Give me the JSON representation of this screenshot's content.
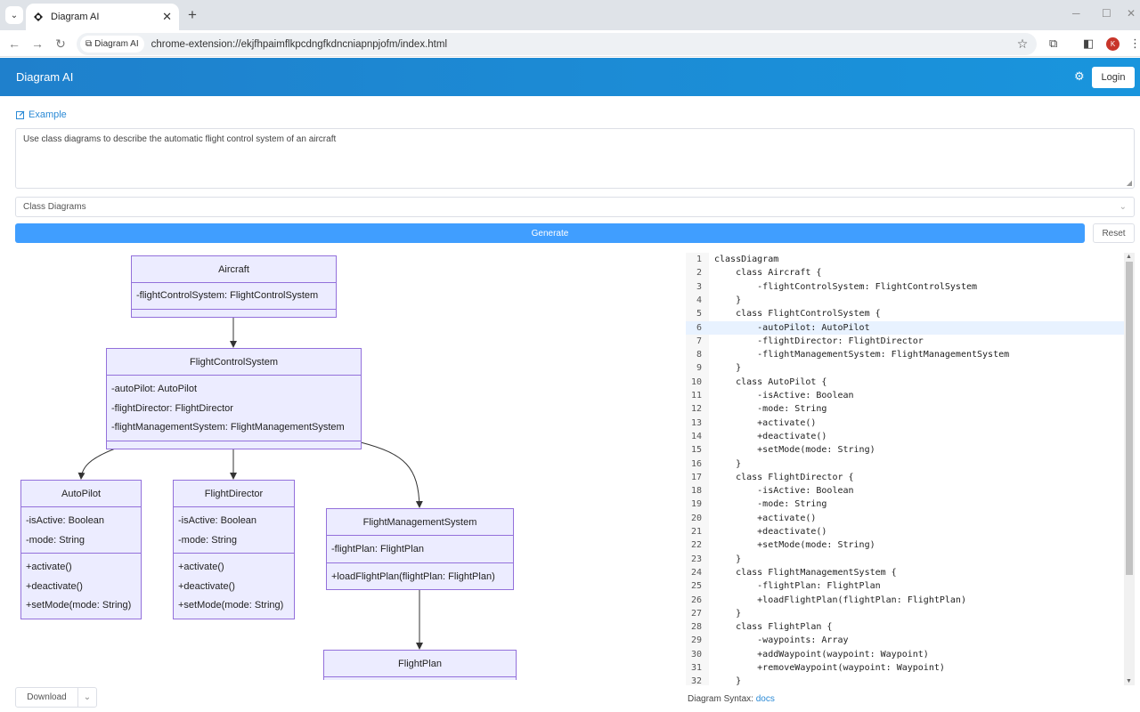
{
  "browser": {
    "tab_title": "Diagram AI",
    "tab_close": "✕",
    "new_tab": "+",
    "site_chip": "Diagram AI",
    "url": "chrome-extension://ekjfhpaimflkpcdngfkdncniapnpjofm/index.html",
    "profile_initial": "K"
  },
  "app": {
    "title": "Diagram AI",
    "login_label": "Login",
    "example_label": "Example",
    "prompt_text": "Use class diagrams to describe the automatic flight control system of an aircraft",
    "diagram_type": "Class Diagrams",
    "generate_label": "Generate",
    "reset_label": "Reset",
    "download_label": "Download",
    "syntax_label": "Diagram Syntax:",
    "docs_label": "docs"
  },
  "diagram": {
    "aircraft": {
      "name": "Aircraft",
      "attrs": [
        "-flightControlSystem: FlightControlSystem"
      ]
    },
    "fcs": {
      "name": "FlightControlSystem",
      "attrs": [
        "-autoPilot: AutoPilot",
        "-flightDirector: FlightDirector",
        "-flightManagementSystem: FlightManagementSystem"
      ]
    },
    "autopilot": {
      "name": "AutoPilot",
      "attrs": [
        "-isActive: Boolean",
        "-mode: String"
      ],
      "methods": [
        "+activate()",
        "+deactivate()",
        "+setMode(mode: String)"
      ]
    },
    "director": {
      "name": "FlightDirector",
      "attrs": [
        "-isActive: Boolean",
        "-mode: String"
      ],
      "methods": [
        "+activate()",
        "+deactivate()",
        "+setMode(mode: String)"
      ]
    },
    "fms": {
      "name": "FlightManagementSystem",
      "attrs": [
        "-flightPlan: FlightPlan"
      ],
      "methods": [
        "+loadFlightPlan(flightPlan: FlightPlan)"
      ]
    },
    "flightplan": {
      "name": "FlightPlan"
    }
  },
  "editor": {
    "active_line": 6,
    "lines": [
      "classDiagram",
      "    class Aircraft {",
      "        -flightControlSystem: FlightControlSystem",
      "    }",
      "    class FlightControlSystem {",
      "        -autoPilot: AutoPilot",
      "        -flightDirector: FlightDirector",
      "        -flightManagementSystem: FlightManagementSystem",
      "    }",
      "    class AutoPilot {",
      "        -isActive: Boolean",
      "        -mode: String",
      "        +activate()",
      "        +deactivate()",
      "        +setMode(mode: String)",
      "    }",
      "    class FlightDirector {",
      "        -isActive: Boolean",
      "        -mode: String",
      "        +activate()",
      "        +deactivate()",
      "        +setMode(mode: String)",
      "    }",
      "    class FlightManagementSystem {",
      "        -flightPlan: FlightPlan",
      "        +loadFlightPlan(flightPlan: FlightPlan)",
      "    }",
      "    class FlightPlan {",
      "        -waypoints: Array",
      "        +addWaypoint(waypoint: Waypoint)",
      "        +removeWaypoint(waypoint: Waypoint)",
      "    }"
    ]
  }
}
